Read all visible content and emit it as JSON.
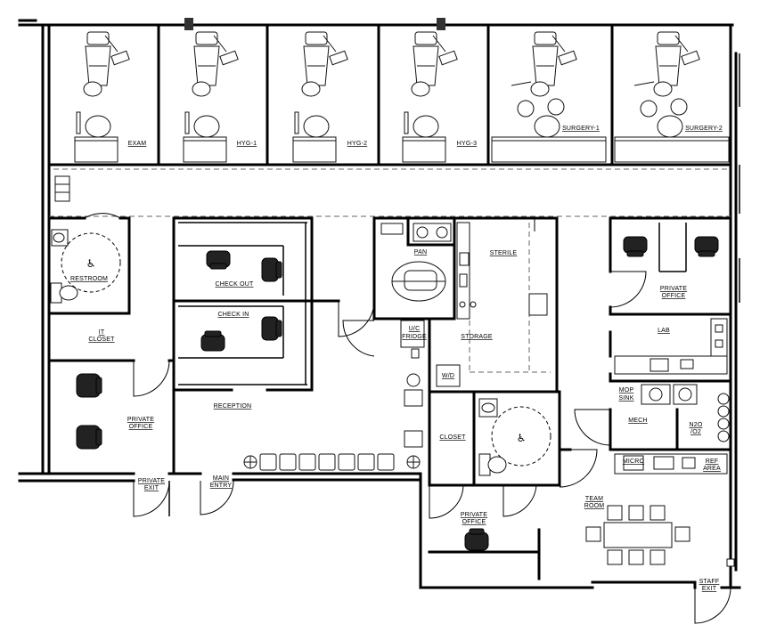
{
  "plan": {
    "rooms": {
      "exam": "EXAM",
      "hyg1": "HYG-1",
      "hyg2": "HYG-2",
      "hyg3": "HYG-3",
      "surgery1": "SURGERY-1",
      "surgery2": "SURGERY-2",
      "restroom1": "RESTROOM",
      "it_closet_1": "IT",
      "it_closet_2": "CLOSET",
      "check_out": "CHECK OUT",
      "check_in": "CHECK IN",
      "reception": "RECEPTION",
      "private_office_left_1": "PRIVATE",
      "private_office_left_2": "OFFICE",
      "private_exit_1": "PRIVATE",
      "private_exit_2": "EXIT",
      "main_entry_1": "MAIN",
      "main_entry_2": "ENTRY",
      "pan": "PAN",
      "sterile": "STERILE",
      "storage": "STORAGE",
      "uc_fridge_1": "U/C",
      "uc_fridge_2": "FRIDGE",
      "wd": "W/D",
      "closet": "CLOSET",
      "private_office_bottom_1": "PRIVATE",
      "private_office_bottom_2": "OFFICE",
      "private_office_right_1": "PRIVATE",
      "private_office_right_2": "OFFICE",
      "lab": "LAB",
      "mop_sink_1": "MOP",
      "mop_sink_2": "SINK",
      "mech": "MECH",
      "n2o_1": "N2O",
      "n2o_2": "/O2",
      "micro": "MICRO",
      "ref_area_1": "REF",
      "ref_area_2": "AREA",
      "team_room_1": "TEAM",
      "team_room_2": "ROOM",
      "staff_exit_1": "STAFF",
      "staff_exit_2": "EXIT"
    }
  }
}
